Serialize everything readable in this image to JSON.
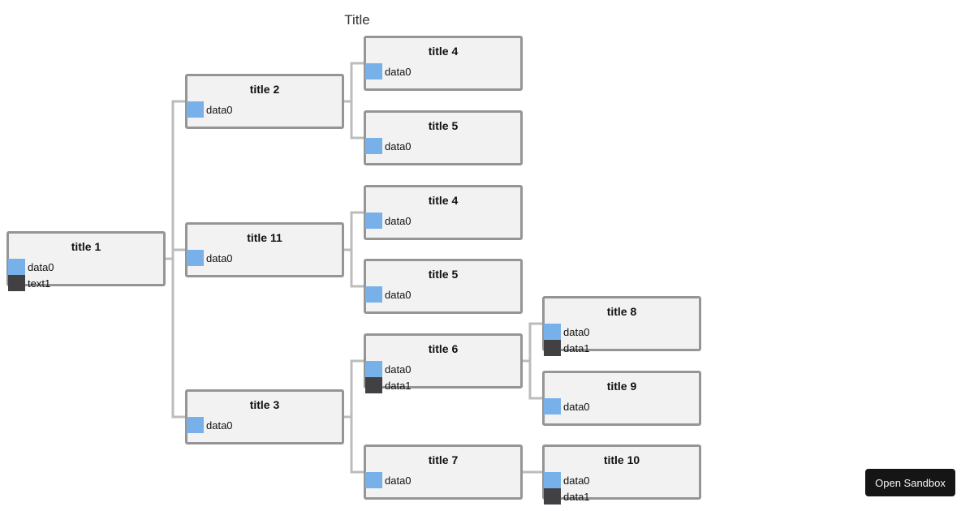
{
  "title": "Title",
  "colors": {
    "data0": "#78b1ea",
    "data1": "#414144",
    "node_fill": "#f2f2f2",
    "node_border": "#959595",
    "connector": "#bcbcbc"
  },
  "nodes": [
    {
      "id": "n1",
      "title": "title 1",
      "rows": [
        {
          "label": "data0",
          "series": "data0"
        },
        {
          "label": "text1",
          "series": "data1"
        }
      ]
    },
    {
      "id": "n2",
      "title": "title 2",
      "rows": [
        {
          "label": "data0",
          "series": "data0"
        }
      ]
    },
    {
      "id": "n11",
      "title": "title 11",
      "rows": [
        {
          "label": "data0",
          "series": "data0"
        }
      ]
    },
    {
      "id": "n3",
      "title": "title 3",
      "rows": [
        {
          "label": "data0",
          "series": "data0"
        }
      ]
    },
    {
      "id": "n4a",
      "title": "title 4",
      "rows": [
        {
          "label": "data0",
          "series": "data0"
        }
      ]
    },
    {
      "id": "n5a",
      "title": "title 5",
      "rows": [
        {
          "label": "data0",
          "series": "data0"
        }
      ]
    },
    {
      "id": "n4b",
      "title": "title 4",
      "rows": [
        {
          "label": "data0",
          "series": "data0"
        }
      ]
    },
    {
      "id": "n5b",
      "title": "title 5",
      "rows": [
        {
          "label": "data0",
          "series": "data0"
        }
      ]
    },
    {
      "id": "n6",
      "title": "title 6",
      "rows": [
        {
          "label": "data0",
          "series": "data0"
        },
        {
          "label": "data1",
          "series": "data1"
        }
      ]
    },
    {
      "id": "n7",
      "title": "title 7",
      "rows": [
        {
          "label": "data0",
          "series": "data0"
        }
      ]
    },
    {
      "id": "n8",
      "title": "title 8",
      "rows": [
        {
          "label": "data0",
          "series": "data0"
        },
        {
          "label": "data1",
          "series": "data1"
        }
      ]
    },
    {
      "id": "n9",
      "title": "title 9",
      "rows": [
        {
          "label": "data0",
          "series": "data0"
        }
      ]
    },
    {
      "id": "n10",
      "title": "title 10",
      "rows": [
        {
          "label": "data0",
          "series": "data0"
        },
        {
          "label": "data1",
          "series": "data1"
        }
      ]
    }
  ],
  "edges": [
    [
      "n1",
      "n2"
    ],
    [
      "n1",
      "n11"
    ],
    [
      "n1",
      "n3"
    ],
    [
      "n2",
      "n4a"
    ],
    [
      "n2",
      "n5a"
    ],
    [
      "n11",
      "n4b"
    ],
    [
      "n11",
      "n5b"
    ],
    [
      "n3",
      "n6"
    ],
    [
      "n3",
      "n7"
    ],
    [
      "n6",
      "n8"
    ],
    [
      "n6",
      "n9"
    ],
    [
      "n7",
      "n10"
    ]
  ],
  "actions": {
    "open_sandbox_label": "Open Sandbox"
  }
}
